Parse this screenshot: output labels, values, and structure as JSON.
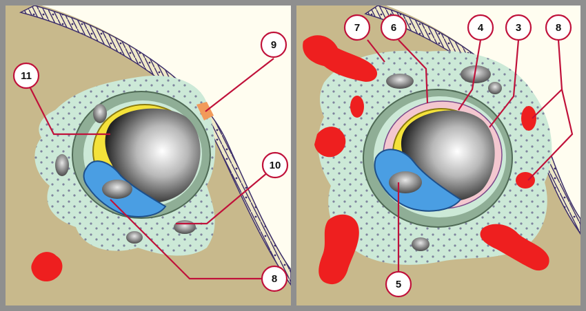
{
  "figure": {
    "left_panel": {
      "callouts": [
        {
          "id": "c9",
          "label": "9"
        },
        {
          "id": "c11",
          "label": "11"
        },
        {
          "id": "c10",
          "label": "10"
        },
        {
          "id": "c8",
          "label": "8"
        }
      ]
    },
    "right_panel": {
      "callouts": [
        {
          "id": "c7",
          "label": "7"
        },
        {
          "id": "c6",
          "label": "6"
        },
        {
          "id": "c4",
          "label": "4"
        },
        {
          "id": "c3",
          "label": "3"
        },
        {
          "id": "c8",
          "label": "8"
        },
        {
          "id": "c5",
          "label": "5"
        }
      ]
    }
  },
  "colors": {
    "background_tissue": "#c8b98c",
    "lumen_white": "#fffdf0",
    "connective_tissue": "#cce9d7",
    "cell_dots": "#6b6b8f",
    "epithelium_outer": "#8fae96",
    "granulosa_yellow": "#f4e23a",
    "oocyte_blue": "#4a9ee3",
    "blood_vessel_red": "#ee1f1f",
    "membrane_pink": "#f3c7cf",
    "cavity_dark": "#2a2a2a",
    "callout_line": "#c0113a",
    "surface_epithelium": "#efe9c8",
    "highlight_orange": "#f19a5a",
    "frame_gray": "#8f8f8f"
  }
}
